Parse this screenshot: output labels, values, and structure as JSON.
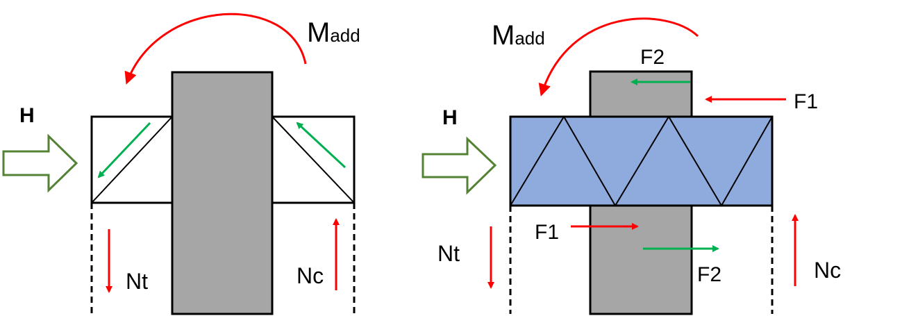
{
  "left_diagram": {
    "moment_label_main": "M",
    "moment_label_sub": "add",
    "load_label": "H",
    "tension_label": "Nt",
    "compression_label": "Nc"
  },
  "right_diagram": {
    "moment_label_main": "M",
    "moment_label_sub": "add",
    "load_label": "H",
    "force_top_label": "F2",
    "force_upper_right_label": "F1",
    "force_lower_left_label": "F1",
    "force_lower_right_label": "F2",
    "tension_label": "Nt",
    "compression_label": "Nc"
  },
  "colors": {
    "column_fill": "#a6a6a6",
    "truss_fill": "#8faadc",
    "red_arrow": "#ff0000",
    "green_arrow": "#00b050",
    "load_arrow_stroke": "#548235",
    "outline": "#000000"
  },
  "icons": {
    "load_arrow": "hollow-right-arrow-icon",
    "moment_arrow": "curved-arrow-icon"
  }
}
